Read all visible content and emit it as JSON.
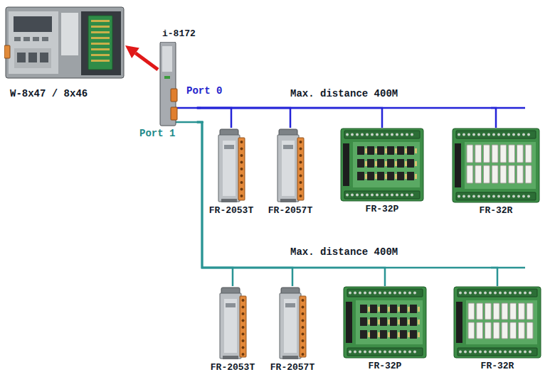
{
  "diagram": {
    "nodes": [
      {
        "text": [
          "W-8x47 / 8x46"
        ]
      },
      {
        "text": [
          "i-8172"
        ]
      },
      {
        "text": [
          "FR-2053T"
        ]
      },
      {
        "text": [
          "FR-2057T"
        ]
      },
      {
        "text": [
          "FR-32P"
        ]
      },
      {
        "text": [
          "FR-32R"
        ]
      },
      {
        "text": [
          "FR-2053T"
        ]
      },
      {
        "text": [
          "FR-2057T"
        ]
      },
      {
        "text": [
          "FR-32P"
        ]
      },
      {
        "text": [
          "FR-32R"
        ]
      }
    ],
    "edges": [
      {
        "from": 1,
        "to": 0,
        "arrow": "to"
      },
      {
        "from": 1,
        "to": 2,
        "arrow": "none"
      },
      {
        "from": 1,
        "to": 3,
        "arrow": "none"
      },
      {
        "from": 1,
        "to": 4,
        "arrow": "none"
      },
      {
        "from": 1,
        "to": 5,
        "arrow": "none"
      },
      {
        "from": 1,
        "to": 6,
        "arrow": "none"
      },
      {
        "from": 1,
        "to": 7,
        "arrow": "none"
      },
      {
        "from": 1,
        "to": 8,
        "arrow": "none"
      },
      {
        "from": 1,
        "to": 9,
        "arrow": "none"
      }
    ],
    "labels": [
      "Port 0",
      "Port 1",
      "Max. distance 400M",
      "Max. distance 400M"
    ]
  }
}
